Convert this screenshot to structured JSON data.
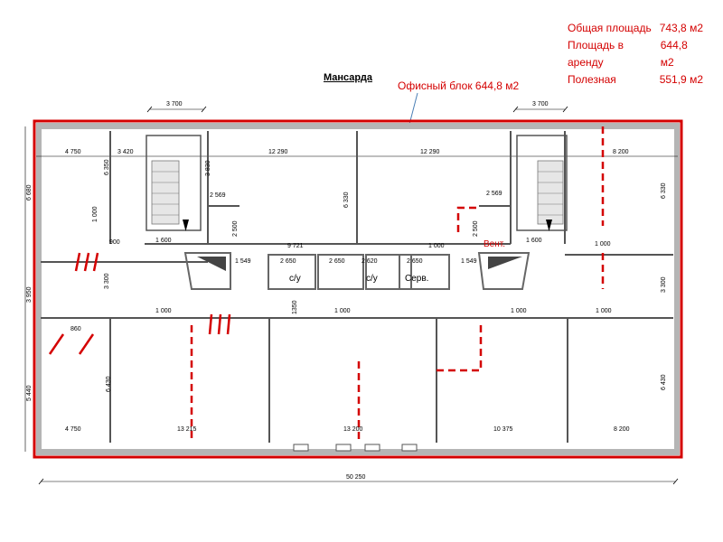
{
  "summary": {
    "total_label": "Общая площадь",
    "total_value": "743,8 м2",
    "rent_label": "Площадь в аренду",
    "rent_value": "644,8 м2",
    "useful_label": "Полезная",
    "useful_value": "551,9 м2"
  },
  "plan": {
    "title": "Мансарда",
    "callout": "Офисный блок 644,8 м2",
    "rooms": {
      "wc": "с/у",
      "service": "Серв.",
      "vent": "Вент."
    },
    "dims": {
      "top_left_3700": "3 700",
      "top_right_3700": "3 700",
      "d4750_top": "4 750",
      "d3420": "3 420",
      "d12290_a": "12 290",
      "d12290_b": "12 290",
      "d8200_top": "8 200",
      "d2569_l": "2 569",
      "d2569_r": "2 569",
      "d3830": "3 830",
      "d6350": "6 350",
      "d6330_mid": "6 330",
      "d6330_right": "6 330",
      "d2500_l": "2 500",
      "d2500_r": "2 500",
      "d1000_vl": "1 000",
      "d900": "900",
      "d1600_l": "1 600",
      "d1600_r": "1 600",
      "d9721": "9 721",
      "d1000_c": "1 000",
      "d1000_r": "1 000",
      "d1549_l": "1 549",
      "d1549_r": "1 549",
      "d2650_a": "2 650",
      "d2650_b": "2 650",
      "d2620": "2 620",
      "d2650_c": "2 650",
      "d3300_l": "3 300",
      "d3300_r": "3 300",
      "d1350": "1350",
      "d1000_m1": "1 000",
      "d1000_m2": "1 000",
      "d1000_m3": "1 000",
      "d1000_m4": "1 000",
      "d860": "860",
      "d6430_l": "6 430",
      "d6430_r": "6 430",
      "d4750_bot": "4 750",
      "d13215": "13 215",
      "d13200": "13 200",
      "d10375": "10 375",
      "d8200_bot": "8 200",
      "d50250": "50 250",
      "left_6680": "6 680",
      "left_3950": "3 950",
      "left_5440": "5 440"
    }
  },
  "colors": {
    "accent_red": "#d40000",
    "wall_gray": "#9a9a9a",
    "callout_blue": "#4a7fb5"
  }
}
